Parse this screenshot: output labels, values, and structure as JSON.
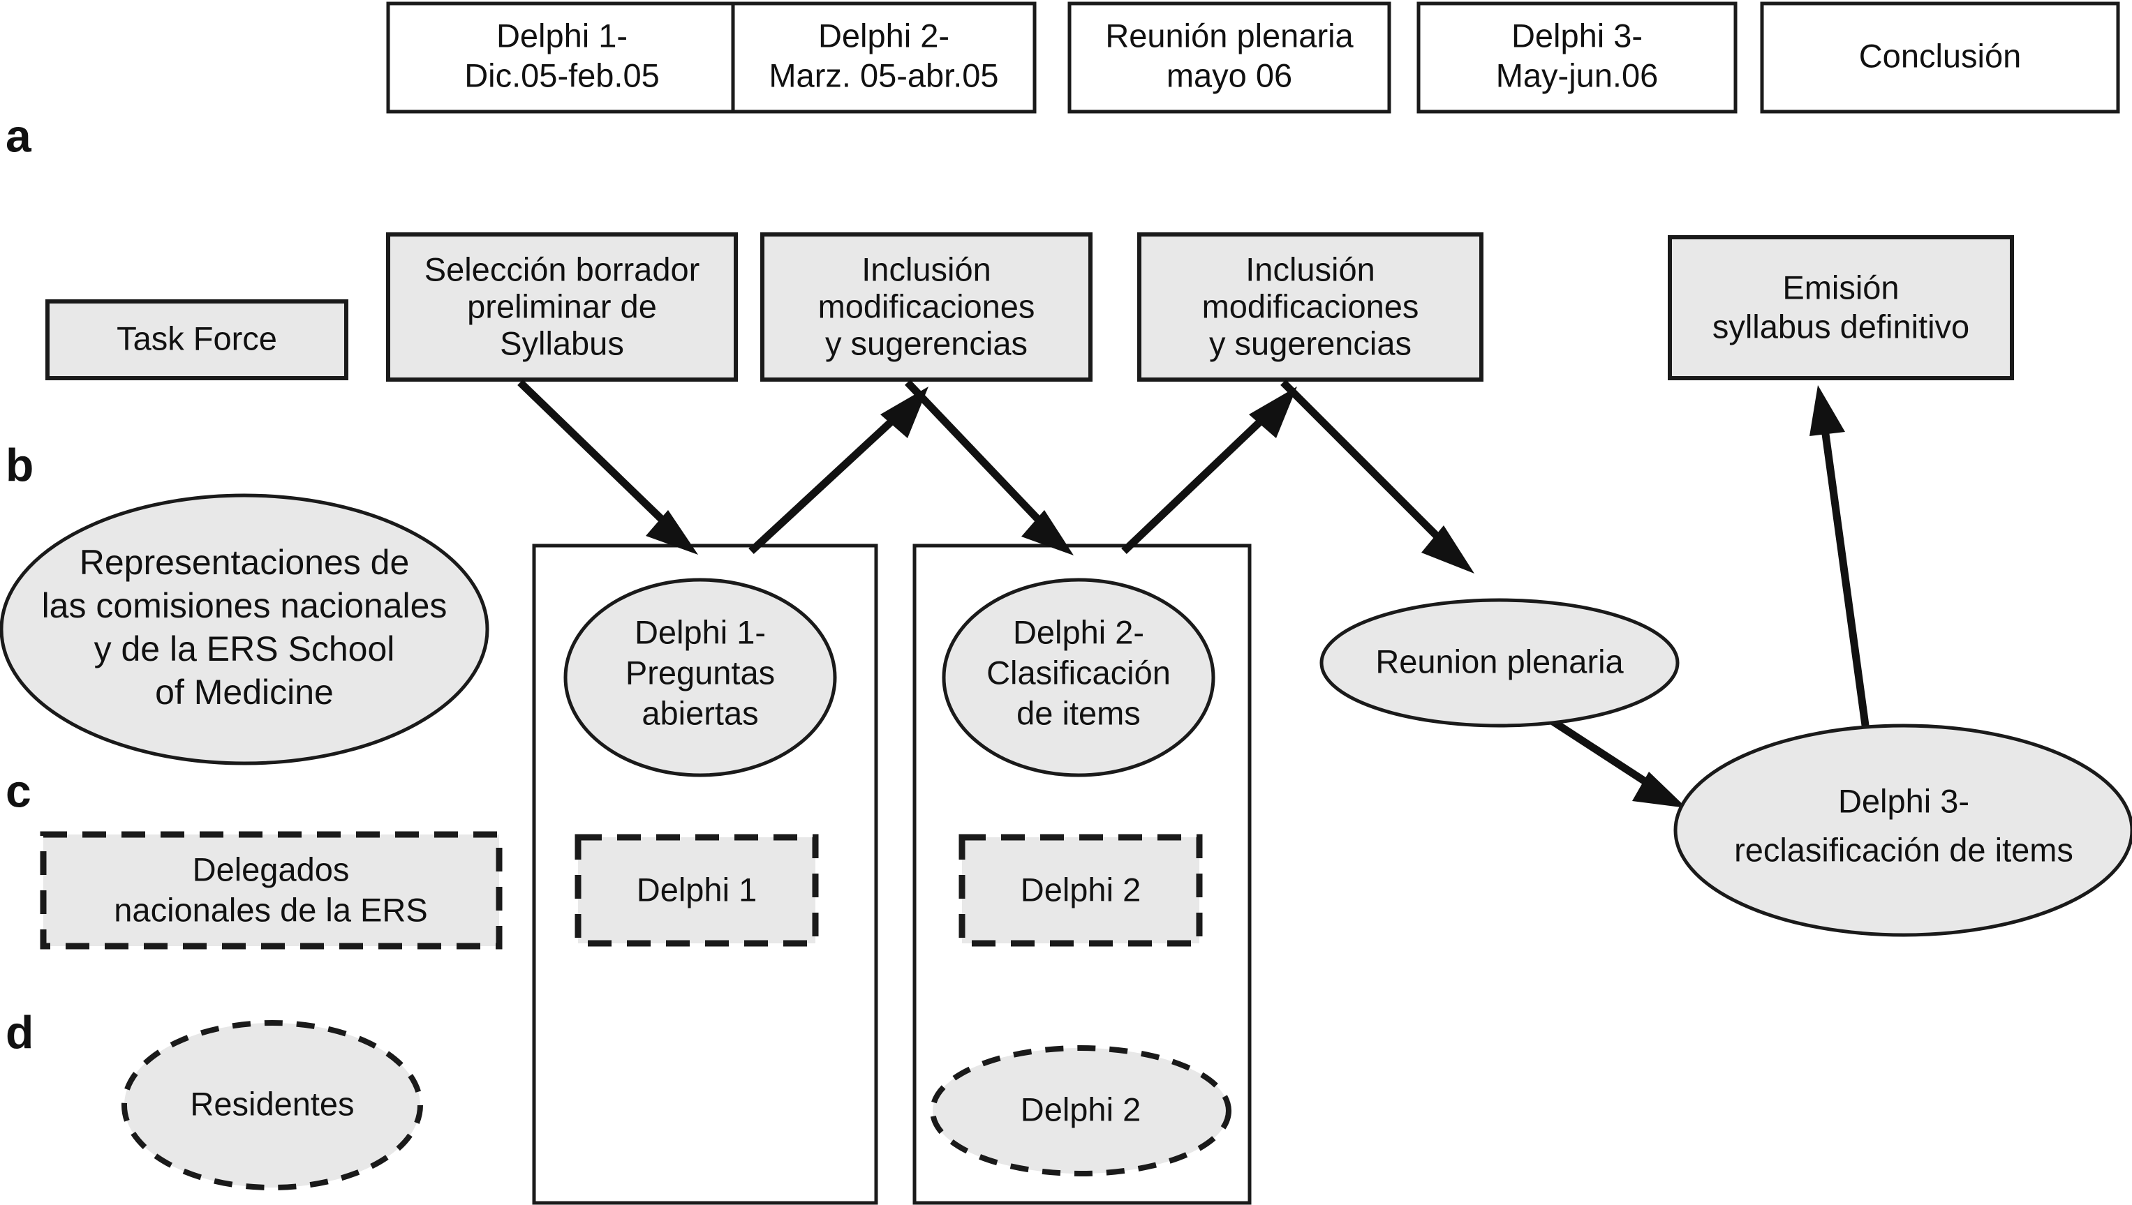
{
  "figure": {
    "title": "ERS Syllabus Delphi process flow diagram",
    "colors": {
      "shape_fill": "#e8e8e8",
      "stroke": "#1a1a1a",
      "background": "#ffffff",
      "arrow": "#111111"
    }
  },
  "row_labels": [
    {
      "id": "a",
      "text": "a"
    },
    {
      "id": "b",
      "text": "b"
    },
    {
      "id": "c",
      "text": "c"
    },
    {
      "id": "d",
      "text": "d"
    }
  ],
  "timeline": {
    "boxes": [
      {
        "line1": "Delphi 1-",
        "line2": "Dic.05-feb.05"
      },
      {
        "line1": "Delphi 2-",
        "line2": "Marz. 05-abr.05"
      },
      {
        "line1": "Reunión plenaria",
        "line2": "mayo 06"
      },
      {
        "line1": "Delphi 3-",
        "line2": "May-jun.06"
      },
      {
        "line1": "Conclusión",
        "line2": ""
      }
    ]
  },
  "stage_boxes": [
    {
      "id": "task-force",
      "lines": [
        "Task Force"
      ]
    },
    {
      "id": "seleccion-borrador",
      "lines": [
        "Selección borrador",
        "preliminar de",
        "Syllabus"
      ]
    },
    {
      "id": "inclusion-1",
      "lines": [
        "Inclusión",
        "modificaciones",
        "y sugerencias"
      ]
    },
    {
      "id": "inclusion-2",
      "lines": [
        "Inclusión",
        "modificaciones",
        "y sugerencias"
      ]
    },
    {
      "id": "emision-syllabus",
      "lines": [
        "Emisión",
        "syllabus definitivo"
      ]
    }
  ],
  "ellipses": [
    {
      "id": "representaciones",
      "lines": [
        "Representaciones de",
        "las comisiones nacionales",
        "y de la ERS School",
        "of Medicine"
      ]
    },
    {
      "id": "delphi1-preguntas",
      "lines": [
        "Delphi 1-",
        "Preguntas",
        "abiertas"
      ]
    },
    {
      "id": "delphi2-clasificacion",
      "lines": [
        "Delphi 2-",
        "Clasificación",
        "de items"
      ]
    },
    {
      "id": "reunion-plenaria",
      "lines": [
        "Reunion plenaria"
      ]
    },
    {
      "id": "delphi3-reclasificacion",
      "lines": [
        "Delphi 3-",
        "reclasificación de items"
      ]
    }
  ],
  "dashed_boxes": [
    {
      "id": "delegados",
      "lines": [
        "Delegados",
        "nacionales de la ERS"
      ]
    },
    {
      "id": "delphi1-dashed",
      "lines": [
        "Delphi 1"
      ]
    },
    {
      "id": "delphi2-dashed",
      "lines": [
        "Delphi 2"
      ]
    }
  ],
  "dotted_ellipses": [
    {
      "id": "residentes",
      "lines": [
        "Residentes"
      ]
    },
    {
      "id": "delphi2-dotted",
      "lines": [
        "Delphi 2"
      ]
    }
  ],
  "columns": [
    {
      "id": "delphi1-column"
    },
    {
      "id": "delphi2-column"
    }
  ]
}
